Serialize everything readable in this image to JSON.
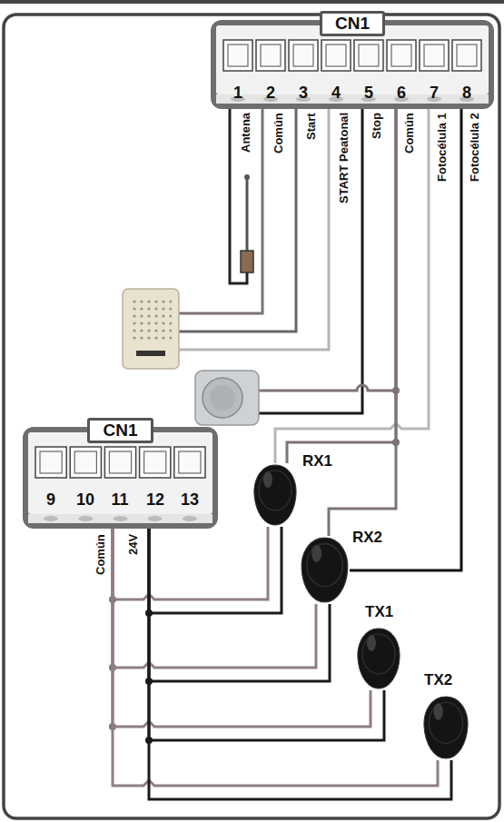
{
  "diagram": {
    "nodes": [
      {
        "text": [
          "CN1"
        ]
      },
      {
        "text": [
          "CN1"
        ]
      },
      {
        "text": [
          "RX1"
        ]
      },
      {
        "text": [
          "RX2"
        ]
      },
      {
        "text": [
          "TX1"
        ]
      },
      {
        "text": [
          "TX2"
        ]
      }
    ],
    "edges": [
      {
        "from": 0,
        "to": 2,
        "arrow": "none"
      },
      {
        "from": 0,
        "to": 2,
        "arrow": "none"
      },
      {
        "from": 0,
        "to": 3,
        "arrow": "none"
      },
      {
        "from": 0,
        "to": 3,
        "arrow": "none"
      },
      {
        "from": 1,
        "to": 2,
        "arrow": "none"
      },
      {
        "from": 1,
        "to": 2,
        "arrow": "none"
      },
      {
        "from": 1,
        "to": 3,
        "arrow": "none"
      },
      {
        "from": 1,
        "to": 3,
        "arrow": "none"
      },
      {
        "from": 1,
        "to": 4,
        "arrow": "none"
      },
      {
        "from": 1,
        "to": 4,
        "arrow": "none"
      },
      {
        "from": 1,
        "to": 5,
        "arrow": "none"
      },
      {
        "from": 1,
        "to": 5,
        "arrow": "none"
      }
    ],
    "labels": [
      "1",
      "2",
      "3",
      "4",
      "5",
      "6",
      "7",
      "8",
      "Antena",
      "Común",
      "Start",
      "START Peatonal",
      "Stop",
      "Común",
      "Fotocélula 1",
      "Fotocélula 2",
      "9",
      "10",
      "11",
      "12",
      "13",
      "Común",
      "24V"
    ]
  }
}
